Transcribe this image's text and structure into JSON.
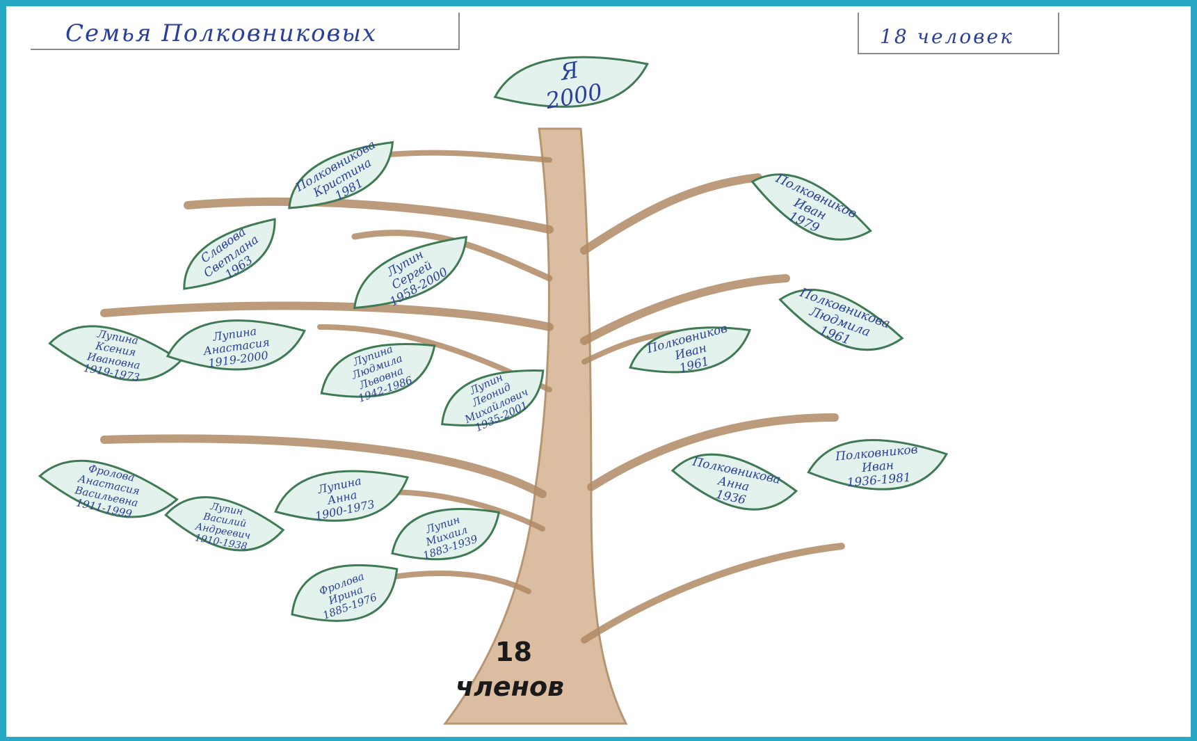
{
  "header": {
    "title": "Семья Полковниковых",
    "member_count": "18 человек"
  },
  "trunk": {
    "number": "18",
    "word": "членов"
  },
  "leaves": [
    {
      "name": "leaf-me",
      "lines": [
        "Я",
        "2000"
      ]
    },
    {
      "name": "leaf-1981",
      "lines": [
        "Полковникова",
        "Кристина",
        "1981"
      ]
    },
    {
      "name": "leaf-ivan-1979",
      "lines": [
        "Полковников",
        "Иван",
        "1979"
      ]
    },
    {
      "name": "leaf-1963",
      "lines": [
        "Славова",
        "Светлана",
        "1963"
      ]
    },
    {
      "name": "leaf-sergey",
      "lines": [
        "Лупин",
        "Сергей",
        "1958-2000"
      ]
    },
    {
      "name": "leaf-lyudmila-1961",
      "lines": [
        "Полковникова",
        "Людмила",
        "1961"
      ]
    },
    {
      "name": "leaf-ivan-1961",
      "lines": [
        "Полковников",
        "Иван",
        "1961"
      ]
    },
    {
      "name": "leaf-ksenia",
      "lines": [
        "Лупина",
        "Ксения",
        "Ивановна",
        "1919-1973"
      ]
    },
    {
      "name": "leaf-1919-2000",
      "lines": [
        "Лупина",
        "Анастасия",
        "1919-2000"
      ]
    },
    {
      "name": "leaf-1942-1986",
      "lines": [
        "Лупина",
        "Людмила",
        "Львовна",
        "1942-1986"
      ]
    },
    {
      "name": "leaf-1935-2001",
      "lines": [
        "Лупин",
        "Леонид",
        "Михайлович",
        "1935-2001"
      ]
    },
    {
      "name": "leaf-1936",
      "lines": [
        "Полковникова",
        "Анна",
        "1936"
      ]
    },
    {
      "name": "leaf-1936-1981",
      "lines": [
        "Полковников",
        "Иван",
        "1936-1981"
      ]
    },
    {
      "name": "leaf-1911-1999",
      "lines": [
        "Фролова",
        "Анастасия",
        "Васильевна",
        "1911-1999"
      ]
    },
    {
      "name": "leaf-1910-1938",
      "lines": [
        "Лупин",
        "Василий",
        "Андреевич",
        "1910-1938"
      ]
    },
    {
      "name": "leaf-1900-1973",
      "lines": [
        "Лупина",
        "Анна",
        "1900-1973"
      ]
    },
    {
      "name": "leaf-1883-1939",
      "lines": [
        "Лупин",
        "Михаил",
        "1883-1939"
      ]
    },
    {
      "name": "leaf-1885-1976",
      "lines": [
        "Фролова",
        "Ирина",
        "1885-1976"
      ]
    }
  ],
  "colors": {
    "frame": "#27a8c4",
    "branch": "#b08a64",
    "leaf_outline": "#3f7a55",
    "leaf_fill": "#e3f2ec",
    "ink": "#2a3f9c"
  }
}
